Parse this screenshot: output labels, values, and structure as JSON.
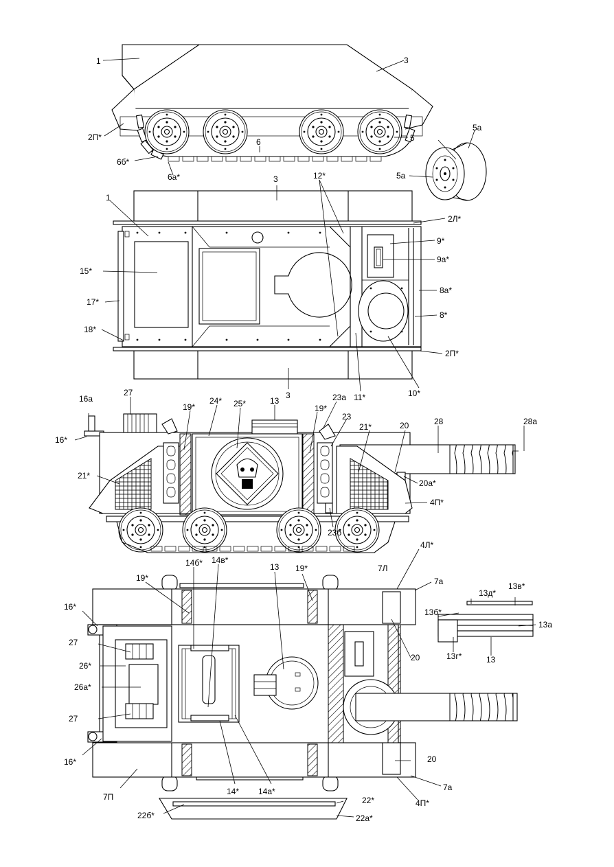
{
  "drawing": {
    "views": [
      "side-view",
      "top-view-hull",
      "side-view-assembled",
      "top-view-assembled"
    ],
    "labels": {
      "v1": [
        "1",
        "3",
        "2П*",
        "5",
        "5а",
        "5а",
        "6",
        "6б*",
        "6а*"
      ],
      "v2": [
        "3",
        "12*",
        "1",
        "2Л*",
        "9*",
        "9а*",
        "15*",
        "17*",
        "8а*",
        "8*",
        "18*",
        "2П*",
        "11*",
        "10*",
        "3"
      ],
      "v3": [
        "16а",
        "27",
        "24*",
        "25*",
        "13",
        "23а",
        "19*",
        "19*",
        "23",
        "21*",
        "20",
        "28",
        "28а",
        "16*",
        "21*",
        "20а*",
        "4П*",
        "23б"
      ],
      "v4": [
        "14б*",
        "14в*",
        "13",
        "19*",
        "19*",
        "7Л",
        "4Л*",
        "7а",
        "16*",
        "13д*",
        "13в*",
        "13б*",
        "13а",
        "27",
        "26*",
        "26а*",
        "27",
        "20",
        "13г*",
        "13",
        "16*",
        "20",
        "7П",
        "14*",
        "14а*",
        "7а",
        "4П*",
        "22*",
        "22б*",
        "22а*"
      ]
    }
  }
}
